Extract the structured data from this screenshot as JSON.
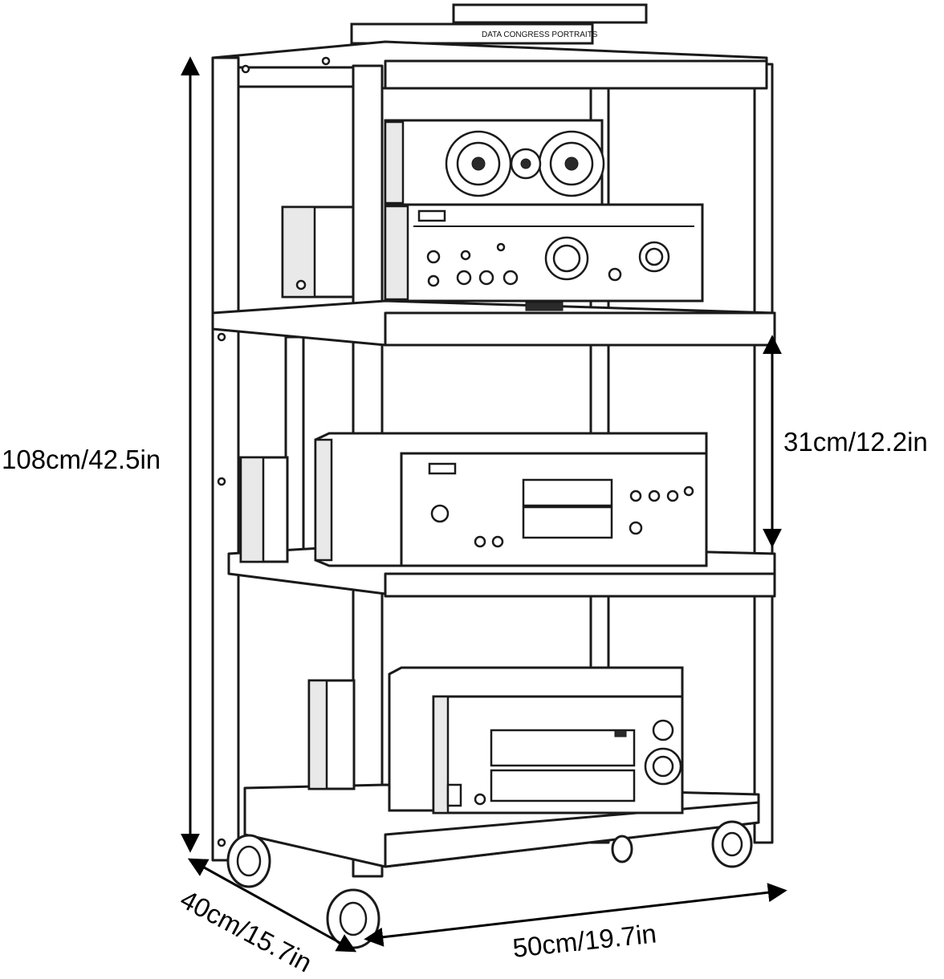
{
  "dimensions": {
    "height": "108cm/42.5in",
    "shelf_gap": "31cm/12.2in",
    "depth": "40cm/15.7in",
    "width": "50cm/19.7in"
  }
}
